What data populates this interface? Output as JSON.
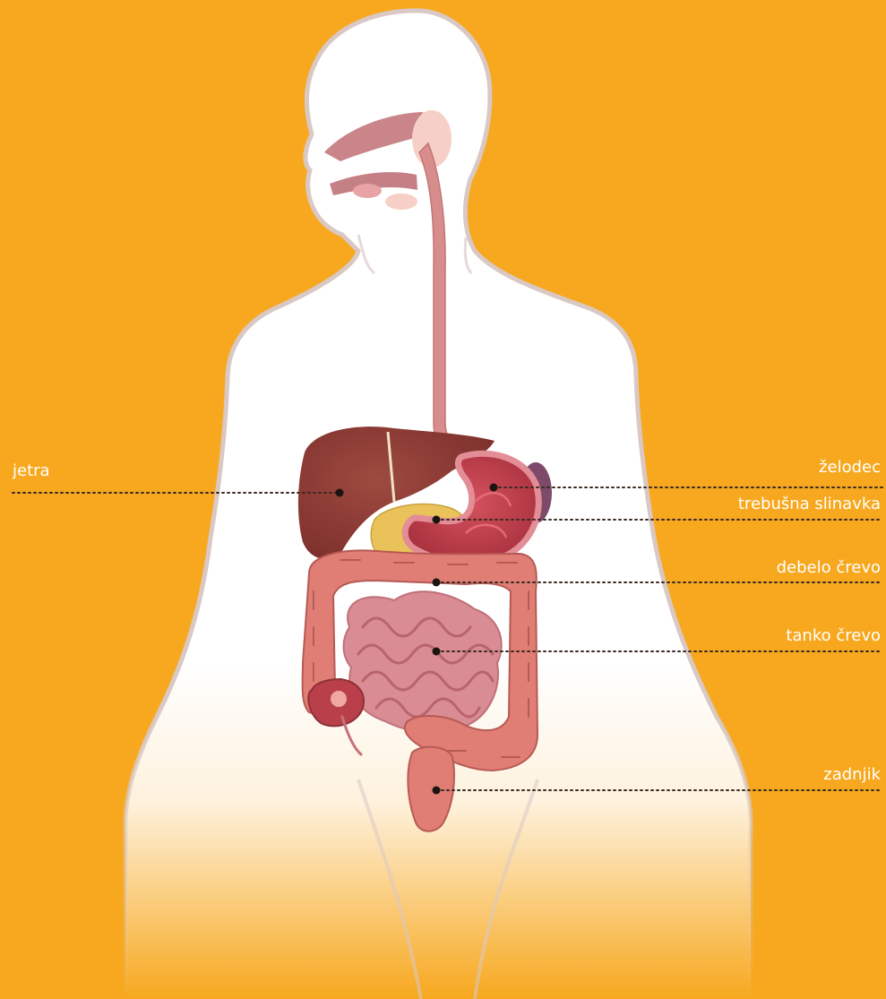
{
  "diagram": {
    "labels": {
      "liver": "jetra",
      "stomach": "želodec",
      "pancreas": "trebušna slinavka",
      "large_intestine": "debelo črevo",
      "small_intestine": "tanko črevo",
      "rectum": "zadnjik"
    },
    "icons": {
      "body": "human-body-silhouette",
      "pointer": "dot-pointer"
    },
    "colors": {
      "background": "#F7A81E",
      "body_fill": "#FFFFFF",
      "body_outline": "#D9C8C4",
      "leader_line": "#3a2a22",
      "liver": "#8E3B35",
      "stomach": "#C9414E",
      "colon": "#E07E76",
      "small_intestine": "#D98C93",
      "pancreas": "#E9C25A",
      "esophagus": "#D88C8C",
      "label_text": "#FFFFFF"
    }
  }
}
